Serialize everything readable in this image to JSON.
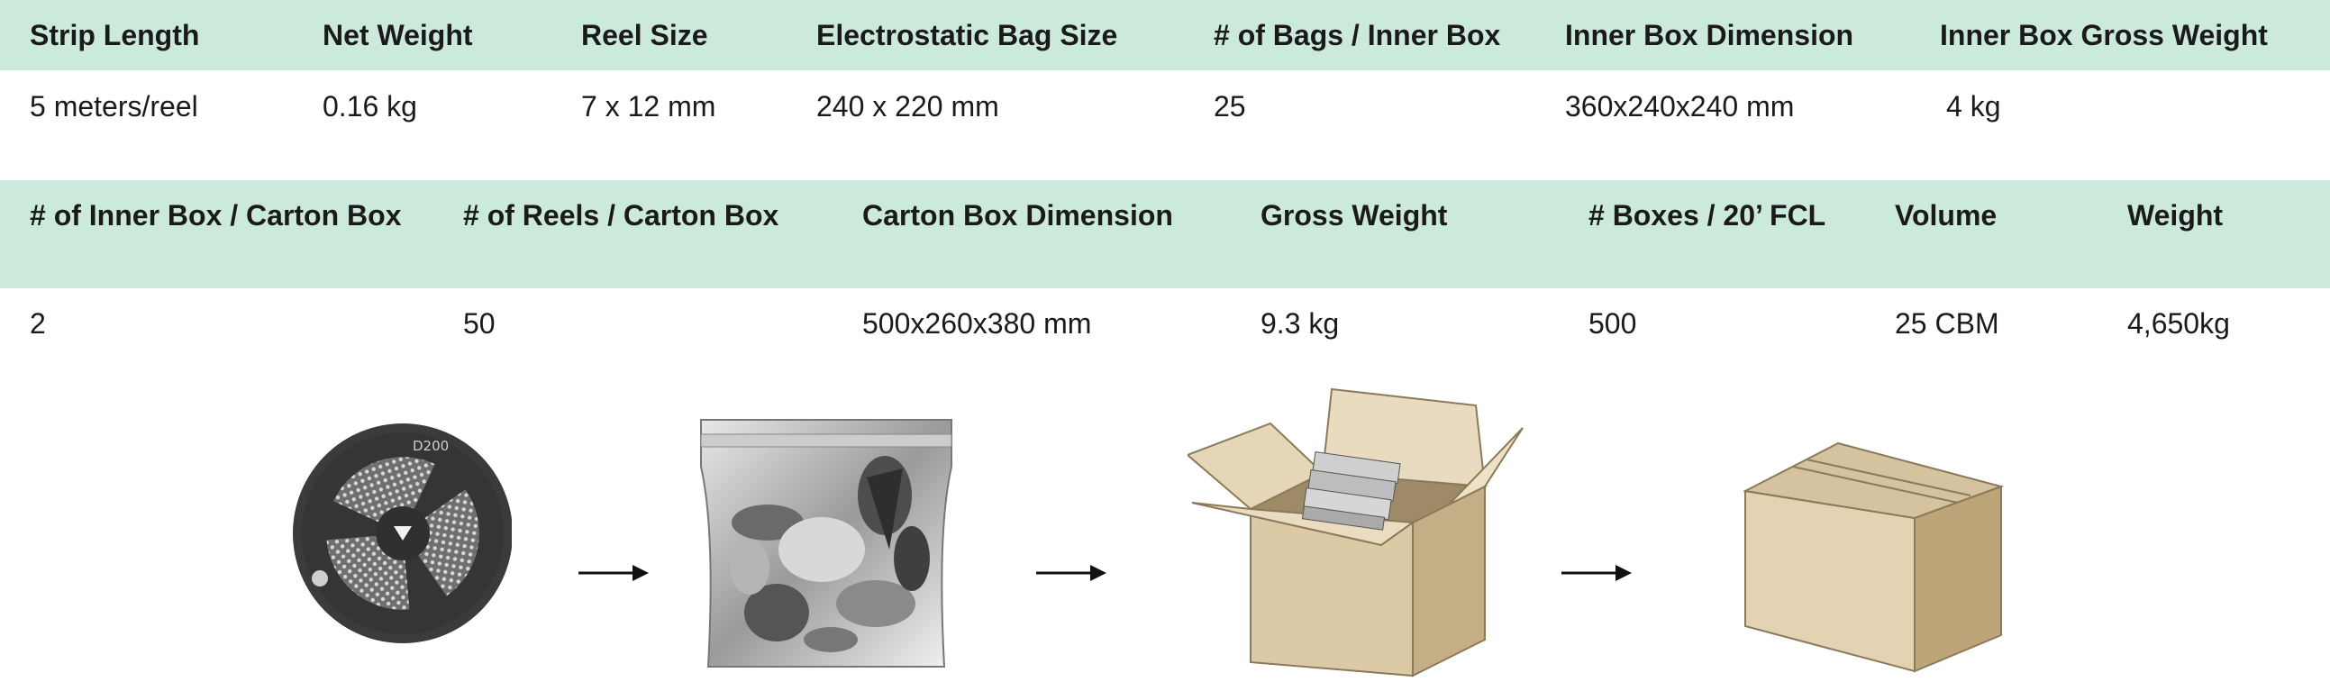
{
  "table1": {
    "headers": [
      "Strip Length",
      "Net Weight",
      "Reel Size",
      "Electrostatic Bag Size",
      "# of Bags / Inner Box",
      "Inner Box Dimension",
      "Inner Box Gross Weight"
    ],
    "values": [
      "5 meters/reel",
      "0.16 kg",
      "7 x 12 mm",
      "240 x 220 mm",
      "25",
      "360x240x240 mm",
      "4 kg"
    ]
  },
  "table2": {
    "headers": [
      "# of Inner Box / Carton Box",
      "# of Reels / Carton Box",
      "Carton Box Dimension",
      "Gross Weight",
      "# Boxes / 20’ FCL",
      "Volume",
      "Weight"
    ],
    "values": [
      "2",
      "50",
      "500x260x380 mm",
      "9.3 kg",
      "500",
      "25 CBM",
      "4,650kg"
    ]
  },
  "packaging_flow": {
    "steps": [
      "reel-icon",
      "electrostatic-bag-icon",
      "open-inner-box-icon",
      "closed-carton-box-icon"
    ],
    "reel_label": "D200",
    "colors": {
      "header_band": "#cceadb",
      "cardboard": "#dcc9a5",
      "reel": "#3a3a3a"
    }
  }
}
